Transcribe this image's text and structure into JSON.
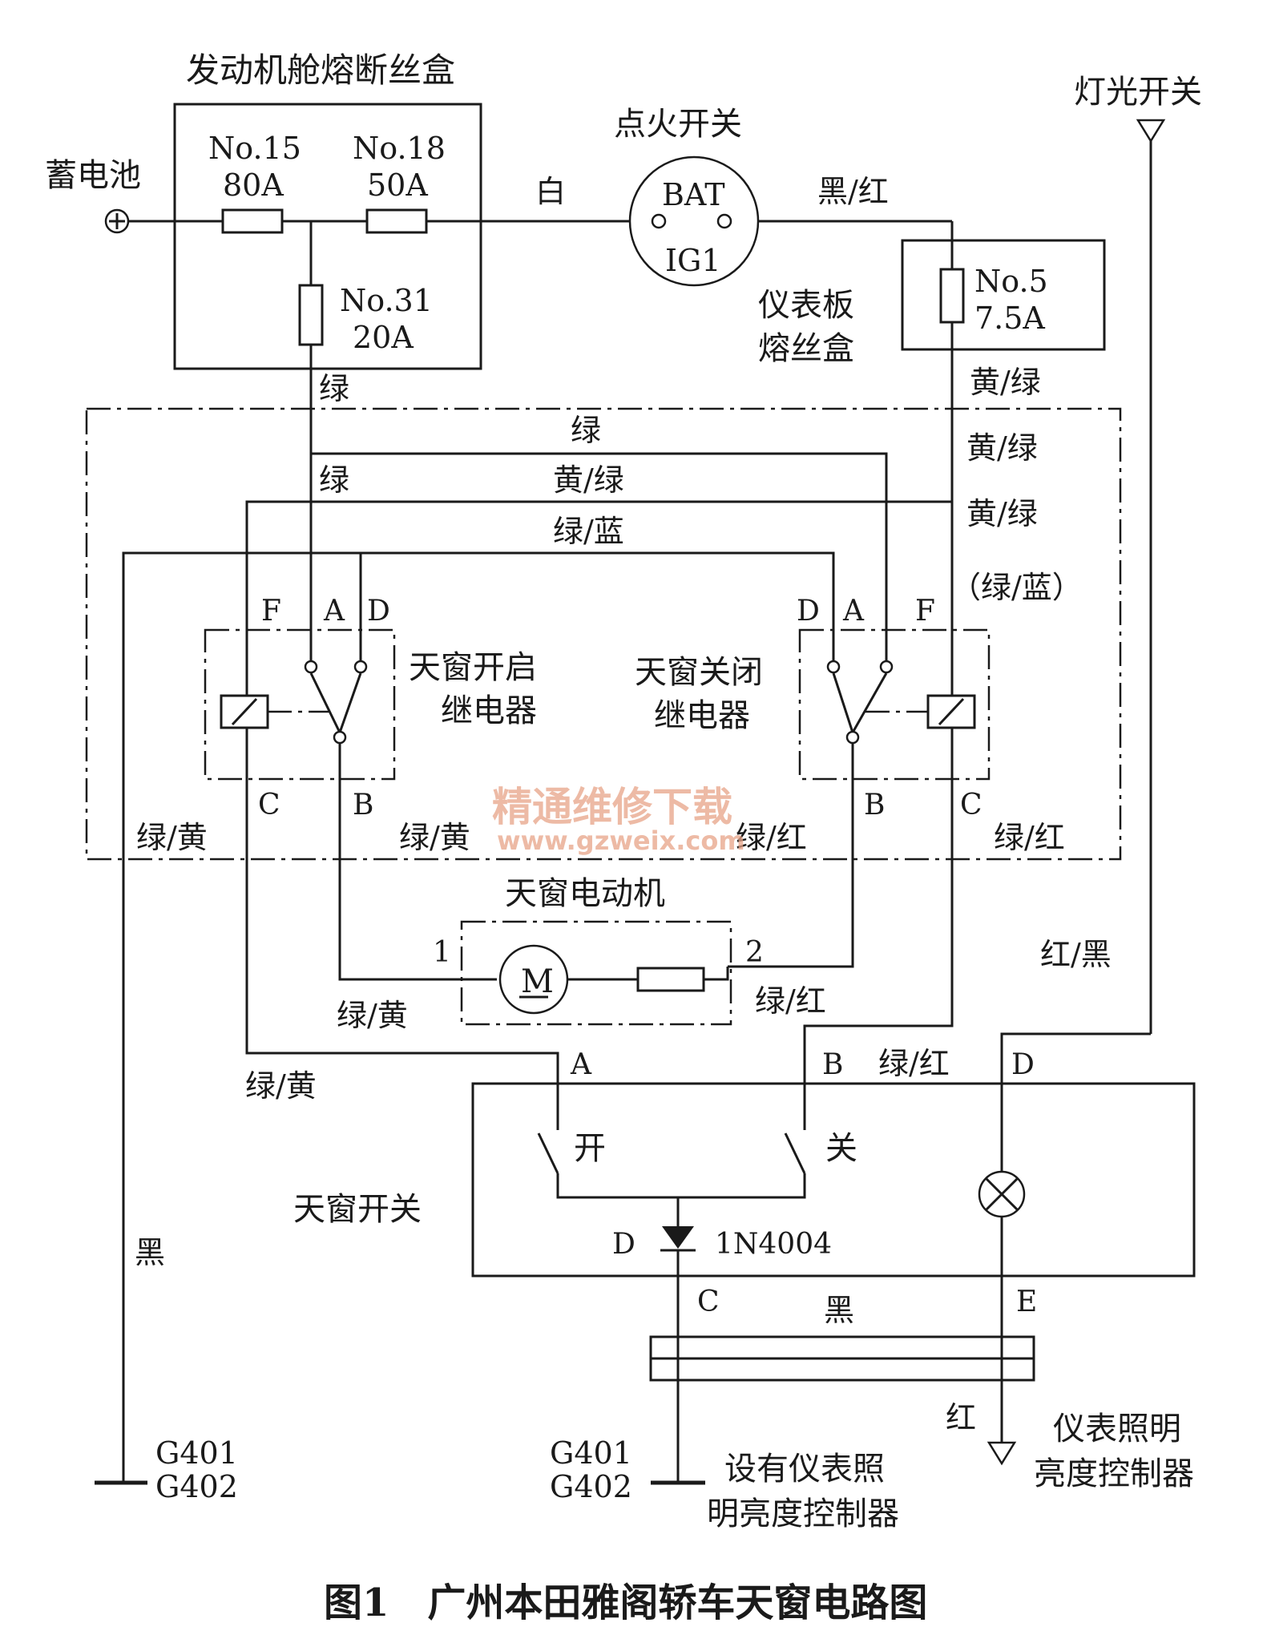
{
  "title": "图1　广州本田雅阁轿车天窗电路图",
  "watermark": {
    "name": "精通维修下载",
    "url": "www.gzweix.com"
  },
  "battery": "蓄电池",
  "engine_fuse_box": {
    "title": "发动机舱熔断丝盒",
    "fuses": [
      {
        "id": "No.15",
        "rating": "80A"
      },
      {
        "id": "No.18",
        "rating": "50A"
      },
      {
        "id": "No.31",
        "rating": "20A"
      }
    ]
  },
  "ignition_switch": {
    "title": "点火开关",
    "bat": "BAT",
    "ig1": "IG1"
  },
  "dash_fuse_box": {
    "title_line1": "仪表板",
    "title_line2": "熔丝盒",
    "fuse_id": "No.5",
    "fuse_rating": "7.5A"
  },
  "light_switch": "灯光开关",
  "open_relay": {
    "line1": "天窗开启",
    "line2": "继电器"
  },
  "close_relay": {
    "line1": "天窗关闭",
    "line2": "继电器"
  },
  "motor": {
    "title": "天窗电动机",
    "symbol": "M"
  },
  "sunroof_switch": {
    "title": "天窗开关",
    "open": "开",
    "close": "关",
    "diode": "1N4004"
  },
  "dimmer": {
    "line1": "仪表照明",
    "line2": "亮度控制器"
  },
  "no_dimmer": {
    "line1": "设有仪表照",
    "line2": "明亮度控制器"
  },
  "grounds": {
    "g1": "G401",
    "g2": "G402"
  },
  "pins": {
    "A": "A",
    "B": "B",
    "C": "C",
    "D": "D",
    "E": "E",
    "F": "F",
    "p1": "1",
    "p2": "2"
  },
  "wires": {
    "white": "白",
    "black_red": "黑/红",
    "green": "绿",
    "yellow_green": "黄/绿",
    "green_blue": "绿/蓝",
    "green_blue_paren": "（绿/蓝）",
    "green_yellow": "绿/黄",
    "green_red": "绿/红",
    "red_black": "红/黑",
    "black": "黑",
    "red": "红"
  }
}
